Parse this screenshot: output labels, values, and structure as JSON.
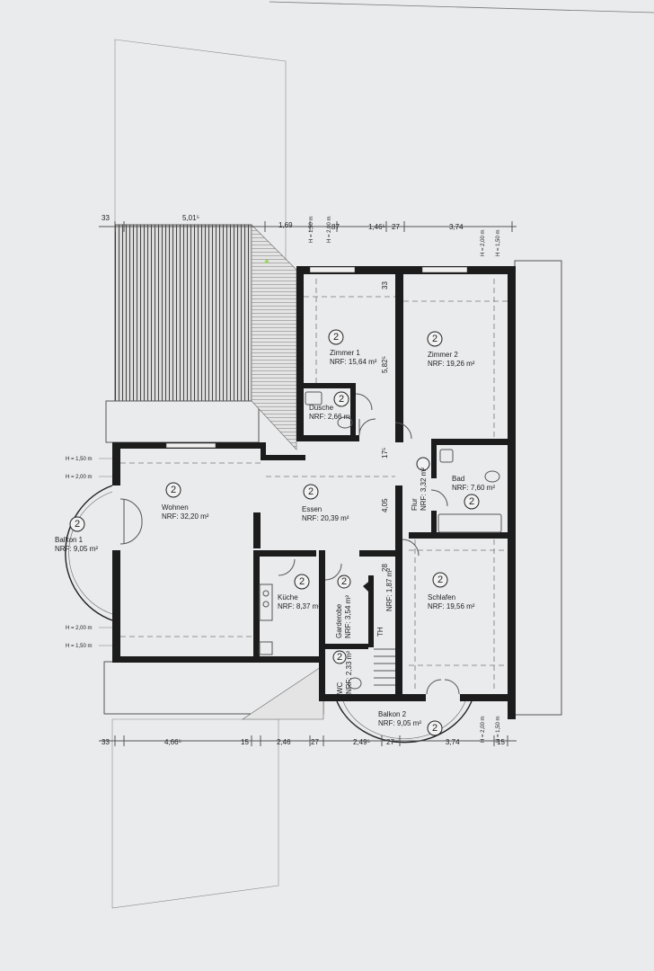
{
  "rooms": {
    "zimmer1": {
      "badge": "2",
      "name": "Zimmer 1",
      "area": "NRF: 15,64 m²"
    },
    "zimmer2": {
      "badge": "2",
      "name": "Zimmer 2",
      "area": "NRF: 19,26 m²"
    },
    "dusche": {
      "badge": "2",
      "name": "Dusche",
      "area": "NRF: 2,66 m²"
    },
    "bad": {
      "badge": "2",
      "name": "Bad",
      "area": "NRF: 7,60 m²"
    },
    "flur": {
      "name": "Flur",
      "area": "NRF: 3,32 m²"
    },
    "wohnen": {
      "badge": "2",
      "name": "Wohnen",
      "area": "NRF: 32,20 m²"
    },
    "essen": {
      "badge": "2",
      "name": "Essen",
      "area": "NRF: 20,39 m²"
    },
    "balkon1": {
      "badge": "2",
      "name": "Balkon 1",
      "area": "NRF: 9,05 m²"
    },
    "kueche": {
      "badge": "2",
      "name": "Küche",
      "area": "NRF: 8,37 m²"
    },
    "garderobe": {
      "badge": "2",
      "name": "Garderobe",
      "area": "NRF: 3,54 m²"
    },
    "th": {
      "name": "TH",
      "area": "NRF: 1,87 m²"
    },
    "wc": {
      "badge": "2",
      "name": "WC",
      "area": "NRF: 2,33 m²"
    },
    "schlafen": {
      "badge": "2",
      "name": "Schlafen",
      "area": "NRF: 19,56 m²"
    },
    "balkon2": {
      "badge": "2",
      "name": "Balkon 2",
      "area": "NRF: 9,05 m²"
    }
  },
  "dimensions": {
    "top": [
      "33",
      "5,01⁵",
      "1,69",
      "87",
      "1,46⁵",
      "27",
      "3,74"
    ],
    "bottom": [
      "33",
      "4,66⁵",
      "15",
      "2,46",
      "27",
      "2,49⁵",
      "27",
      "3,74",
      "15"
    ],
    "inner": [
      "33",
      "5,82⁵",
      "17⁵",
      "4,05",
      "28"
    ]
  },
  "heights": {
    "h150": "H = 1,50 m",
    "h200": "H = 2,00 m"
  }
}
